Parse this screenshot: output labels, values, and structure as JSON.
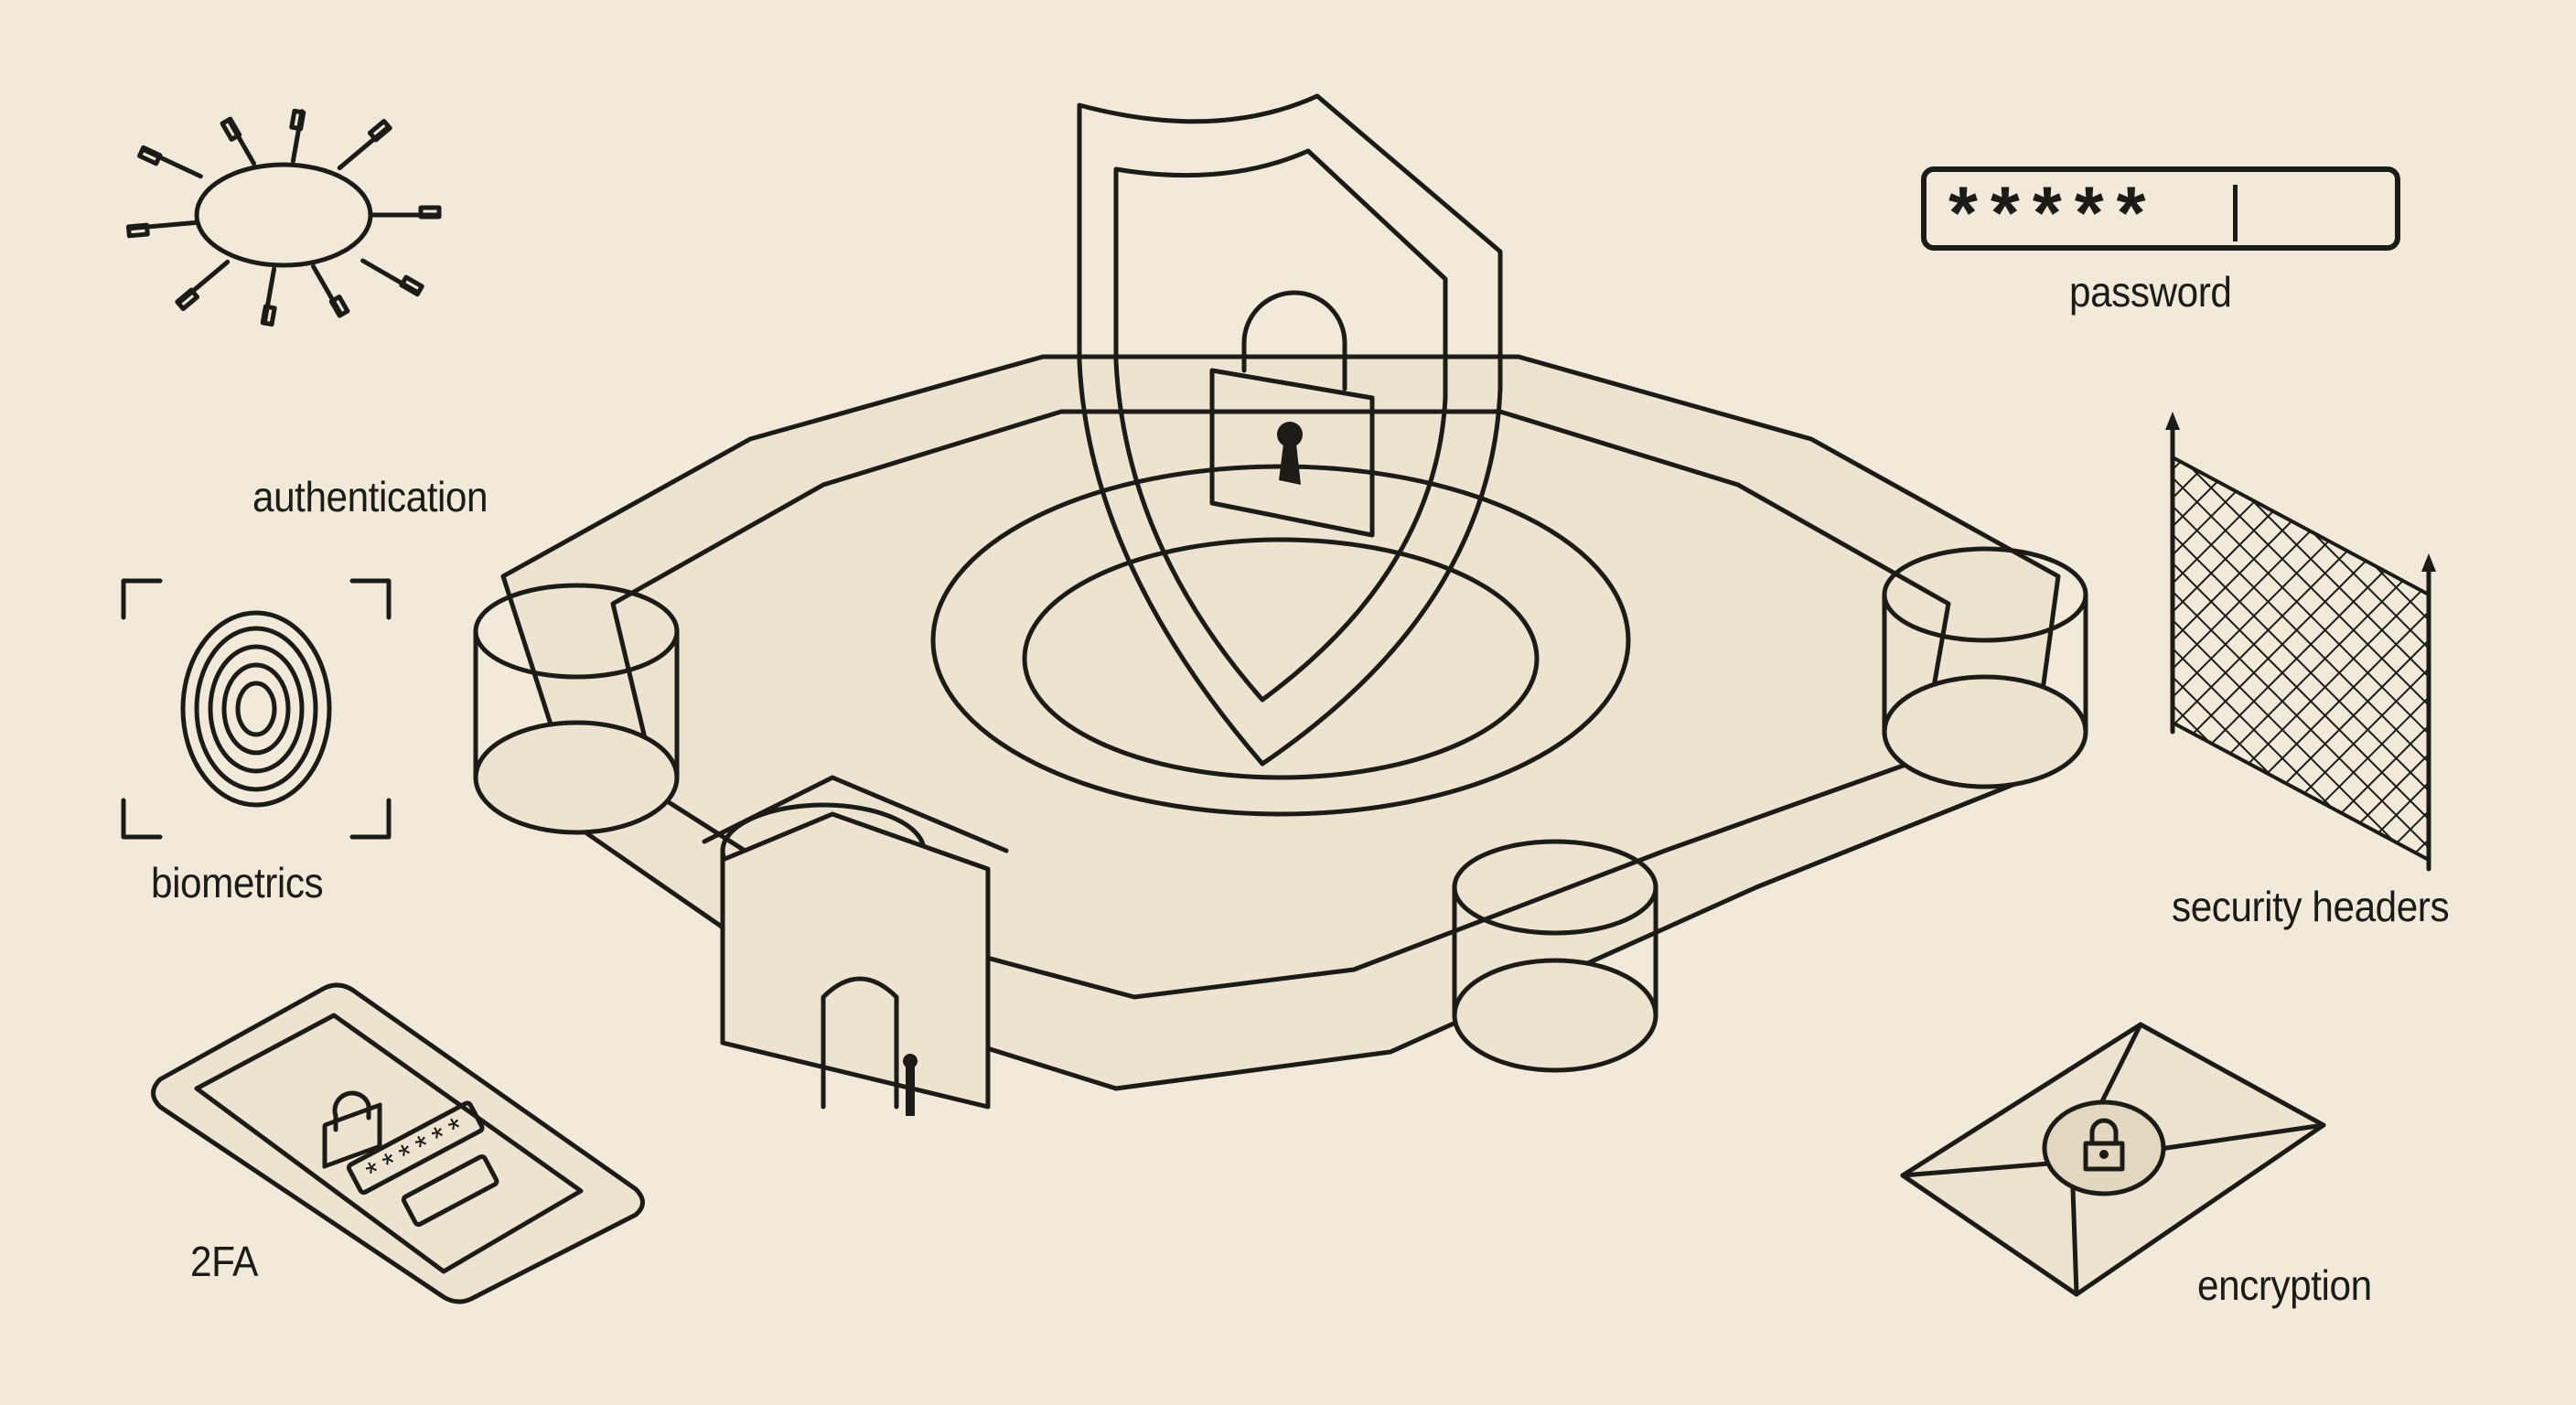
{
  "illustration": {
    "title": "Web security fortress",
    "center": {
      "name": "castle-fortress",
      "emblem": "shield-with-padlock"
    },
    "colors": {
      "background": "#f1eadb",
      "ink": "#1d1b18"
    }
  },
  "labels": {
    "authentication": "authentication",
    "biometrics": "biometrics",
    "two_factor": "2FA",
    "password": "password",
    "security_headers": "security headers",
    "encryption": "encryption"
  },
  "password_field": {
    "value": "*****"
  },
  "phone_screen": {
    "value": "******"
  },
  "icons": {
    "authentication": "key-ring-icon",
    "biometrics": "fingerprint-icon",
    "two_factor": "smartphone-lock-icon",
    "password": "password-field-icon",
    "security_headers": "fence-icon",
    "encryption": "sealed-envelope-icon",
    "center": "shield-lock-icon"
  }
}
